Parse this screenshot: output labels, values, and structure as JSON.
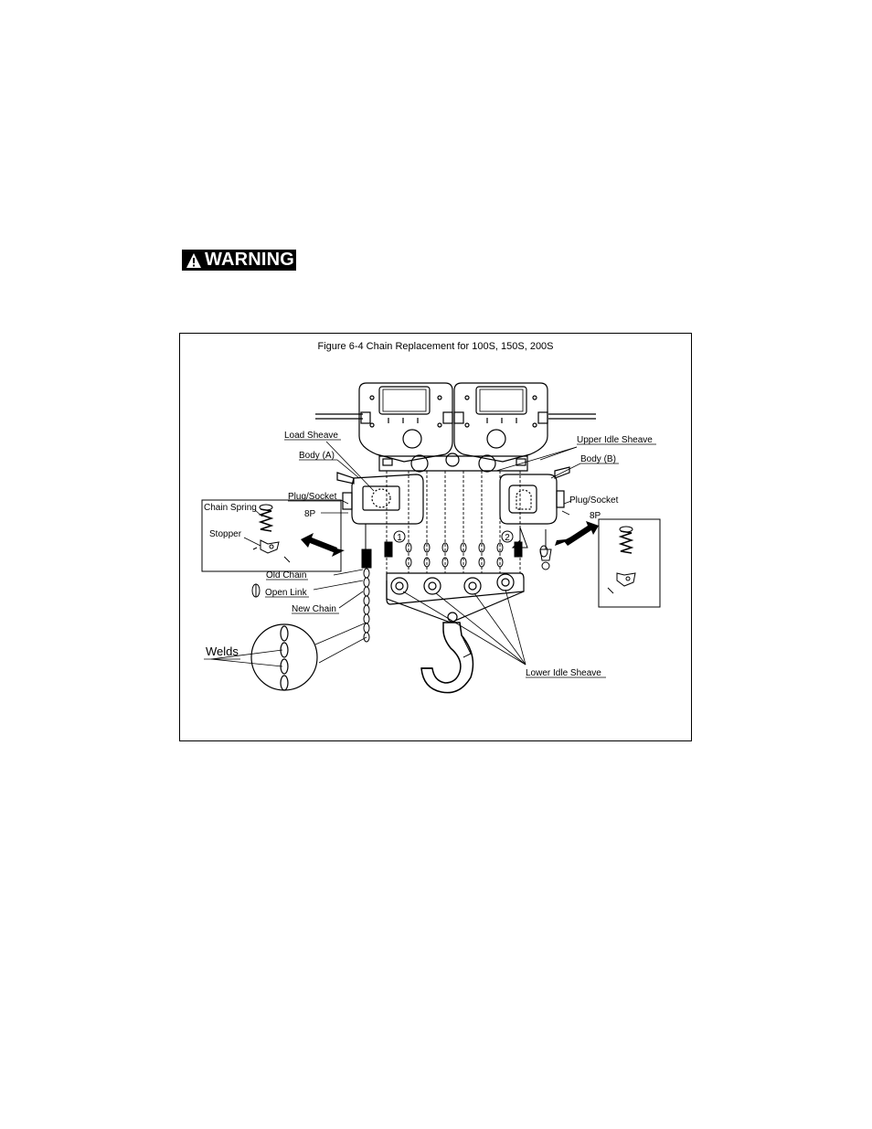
{
  "warning": {
    "label": "WARNING"
  },
  "figure": {
    "caption": "Figure 6-4 Chain Replacement for 100S, 150S, 200S",
    "labels": {
      "load_sheave": "Load Sheave",
      "body_a": "Body (A)",
      "plug_socket_left": "Plug/Socket",
      "eight_p_left": "8P",
      "chain_spring": "Chain Spring",
      "stopper": "Stopper",
      "old_chain": "Old Chain",
      "open_link": "Open Link",
      "new_chain": "New Chain",
      "welds": "Welds",
      "upper_idle_sheave": "Upper Idle Sheave",
      "body_b": "Body (B)",
      "plug_socket_right": "Plug/Socket",
      "eight_p_right": "8P",
      "lower_idle_sheave": "Lower Idle Sheave",
      "marker_1": "1",
      "marker_2": "2"
    }
  }
}
